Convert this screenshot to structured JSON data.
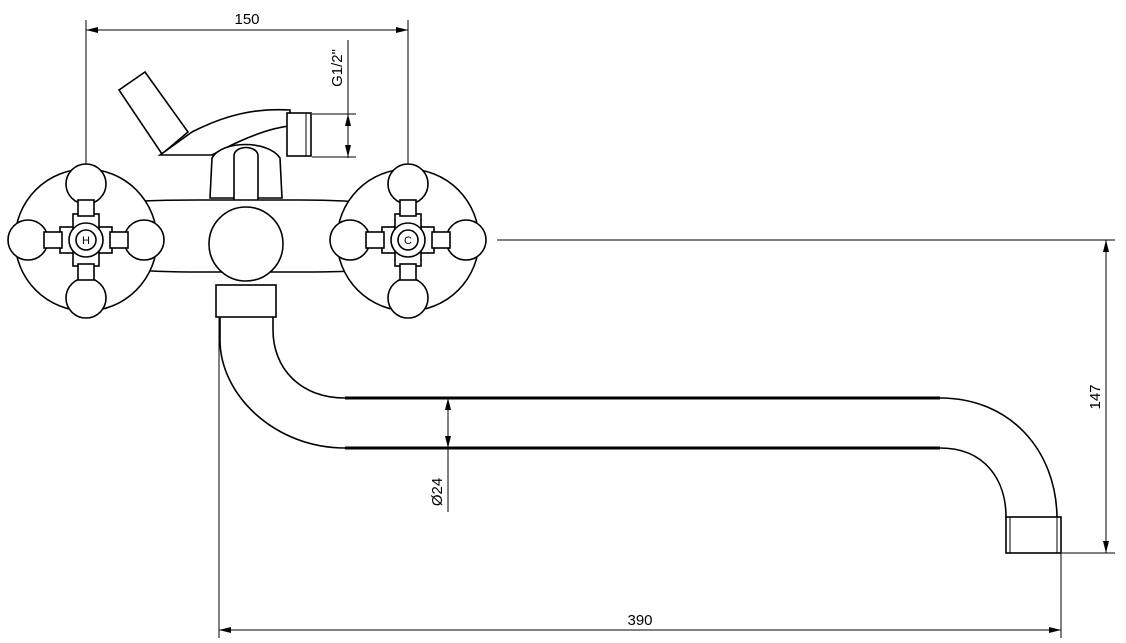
{
  "drawing": {
    "dimensions": {
      "width_top": "150",
      "thread": "G1/2\"",
      "height_right": "147",
      "diameter": "Ø24",
      "length_bottom": "390"
    },
    "handles": {
      "hot_label": "H",
      "cold_label": "C"
    }
  }
}
